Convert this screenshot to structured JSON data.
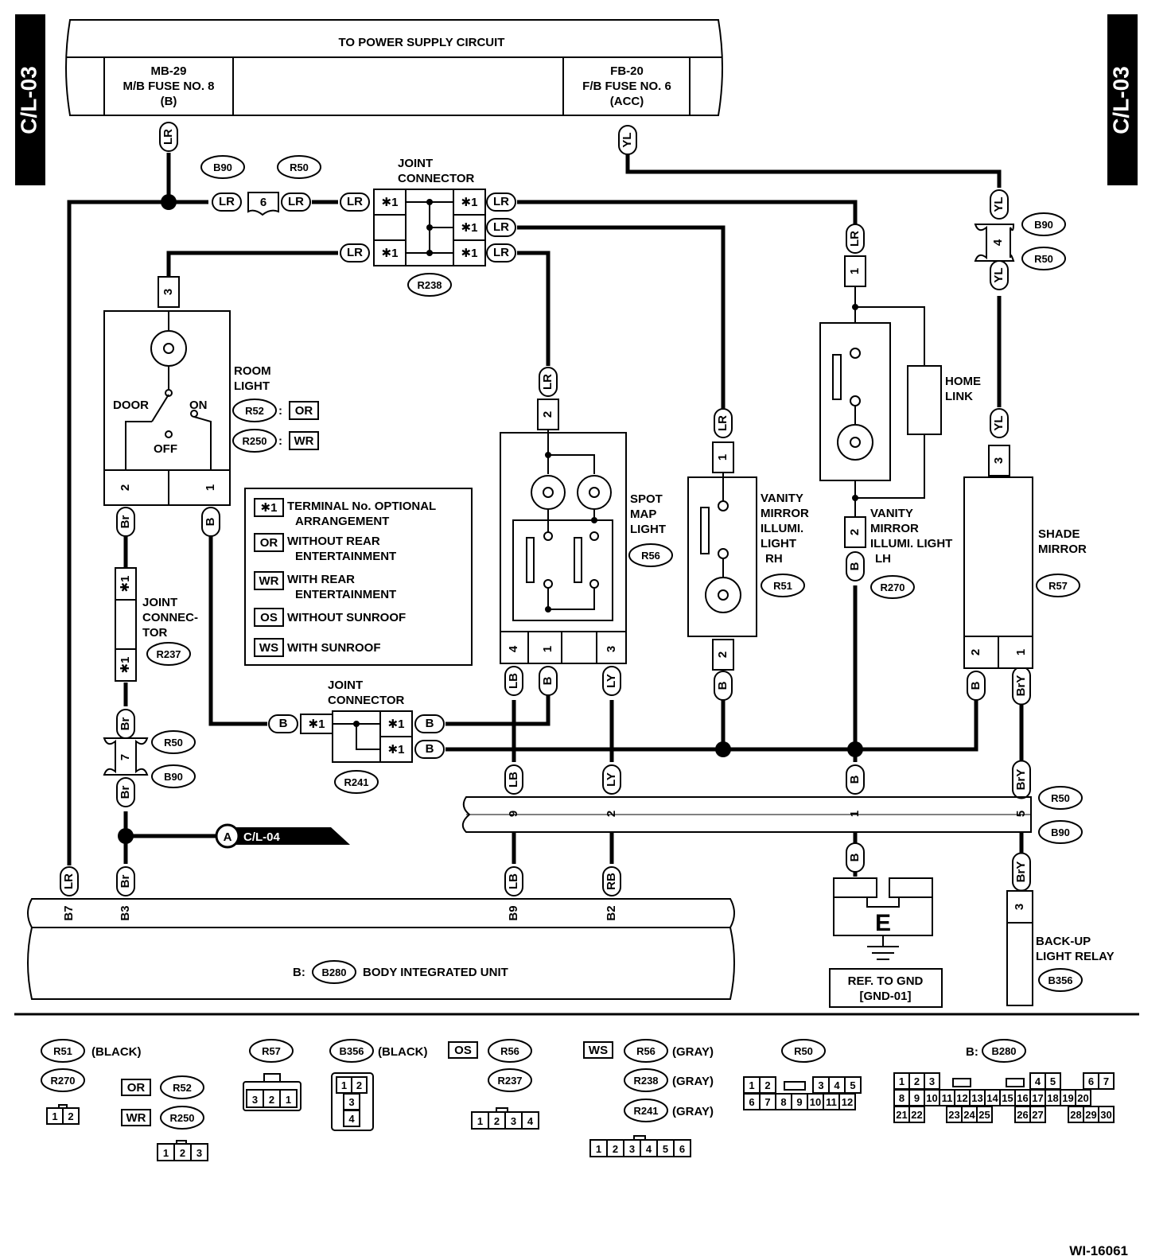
{
  "side_tabs": {
    "left": "C/L-03",
    "right": "C/L-03"
  },
  "power_supply": {
    "title": "TO POWER SUPPLY CIRCUIT",
    "fuse_left": [
      "MB-29",
      "M/B FUSE NO. 8",
      "(B)"
    ],
    "fuse_right": [
      "FB-20",
      "F/B FUSE NO. 6",
      "(ACC)"
    ]
  },
  "wires": {
    "LR": "LR",
    "YL": "YL",
    "Br": "Br",
    "B": "B",
    "LB": "LB",
    "LY": "LY",
    "RB": "RB",
    "BrY": "BrY"
  },
  "pins": {
    "p1": "1",
    "p2": "2",
    "p3": "3",
    "p4": "4",
    "p5": "5",
    "p6": "6",
    "p7": "7",
    "p9": "9",
    "star1": "✱1"
  },
  "connectors": {
    "B90": "B90",
    "R50": "R50",
    "R238": "R238",
    "R237": "R237",
    "R241": "R241",
    "R52": "R52",
    "R250": "R250",
    "R56": "R56",
    "R51": "R51",
    "R270": "R270",
    "R57": "R57",
    "B356": "B356",
    "B280": "B280"
  },
  "labels": {
    "joint_connector": [
      "JOINT",
      "CONNECTOR"
    ],
    "joint_connector_237": [
      "JOINT",
      "CONNEC-",
      "TOR"
    ],
    "room_light": [
      "ROOM",
      "LIGHT"
    ],
    "door": "DOOR",
    "on": "ON",
    "off": "OFF",
    "spot_map_light": [
      "SPOT",
      "MAP",
      "LIGHT"
    ],
    "vanity_rh": [
      "VANITY",
      "MIRROR",
      "ILLUMI.",
      "LIGHT",
      "RH"
    ],
    "vanity_lh": [
      "VANITY",
      "MIRROR",
      "ILLUMI. LIGHT",
      "LH"
    ],
    "home_link": [
      "HOME",
      "LINK"
    ],
    "shade_mirror": [
      "SHADE",
      "MIRROR"
    ],
    "backup_relay": [
      "BACK-UP",
      "LIGHT RELAY"
    ],
    "body_unit_prefix": "B:",
    "body_unit": "BODY INTEGRATED UNIT",
    "ground_letter": "E",
    "ref_gnd": [
      "REF. TO GND",
      "[GND-01]"
    ],
    "marker_a": "A",
    "marker_a_ref": "C/L-04",
    "colon": ":"
  },
  "codes": {
    "OR": "OR",
    "WR": "WR",
    "OS": "OS",
    "WS": "WS"
  },
  "legend": [
    {
      "code": "✱1",
      "text": [
        "TERMINAL No. OPTIONAL",
        "ARRANGEMENT"
      ]
    },
    {
      "code": "OR",
      "text": [
        "WITHOUT REAR",
        "ENTERTAINMENT"
      ]
    },
    {
      "code": "WR",
      "text": [
        "WITH REAR",
        "ENTERTAINMENT"
      ]
    },
    {
      "code": "OS",
      "text": [
        "WITHOUT SUNROOF"
      ]
    },
    {
      "code": "WS",
      "text": [
        "WITH SUNROOF"
      ]
    }
  ],
  "body_pins": {
    "B7": "B7",
    "B3": "B3",
    "B9": "B9",
    "B2": "B2"
  },
  "colors_notes": {
    "black": "(BLACK)",
    "gray": "(GRAY)"
  },
  "connector_faces": {
    "two": [
      "1",
      "2"
    ],
    "three": [
      "1",
      "2",
      "3"
    ],
    "r57": [
      "3",
      "2",
      "1"
    ],
    "b356": [
      "1",
      "2",
      "3",
      "4"
    ],
    "four": [
      "1",
      "2",
      "3",
      "4"
    ],
    "six": [
      "1",
      "2",
      "3",
      "4",
      "5",
      "6"
    ],
    "twelve": [
      "1",
      "2",
      "3",
      "4",
      "5",
      "6",
      "7",
      "8",
      "9",
      "10",
      "11",
      "12"
    ],
    "thirty": [
      "1",
      "2",
      "3",
      "4",
      "5",
      "6",
      "7",
      "8",
      "9",
      "10",
      "11",
      "12",
      "13",
      "14",
      "15",
      "16",
      "17",
      "18",
      "19",
      "20",
      "21",
      "22",
      "23",
      "24",
      "25",
      "26",
      "27",
      "28",
      "29",
      "30"
    ]
  },
  "figure_id": "WI-16061"
}
